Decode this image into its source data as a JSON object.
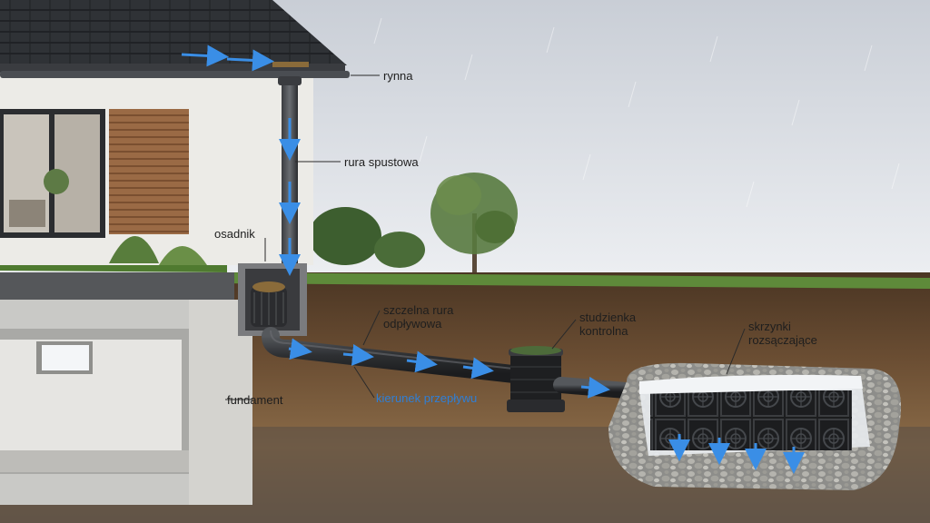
{
  "labels": {
    "gutter": "rynna",
    "downpipe": "rura spustowa",
    "settler": "osadnik",
    "sealed_pipe_line1": "szczelna rura",
    "sealed_pipe_line2": "odpływowa",
    "inspection_line1": "studzienka",
    "inspection_line2": "kontrolna",
    "crates_line1": "skrzynki",
    "crates_line2": "rozsączające",
    "foundation": "fundament",
    "flow_direction": "kierunek przepływu"
  },
  "colors": {
    "flow_arrow": "#3a8ee6",
    "label_text": "#1e1e1e",
    "flow_label": "#2f7fd6"
  }
}
